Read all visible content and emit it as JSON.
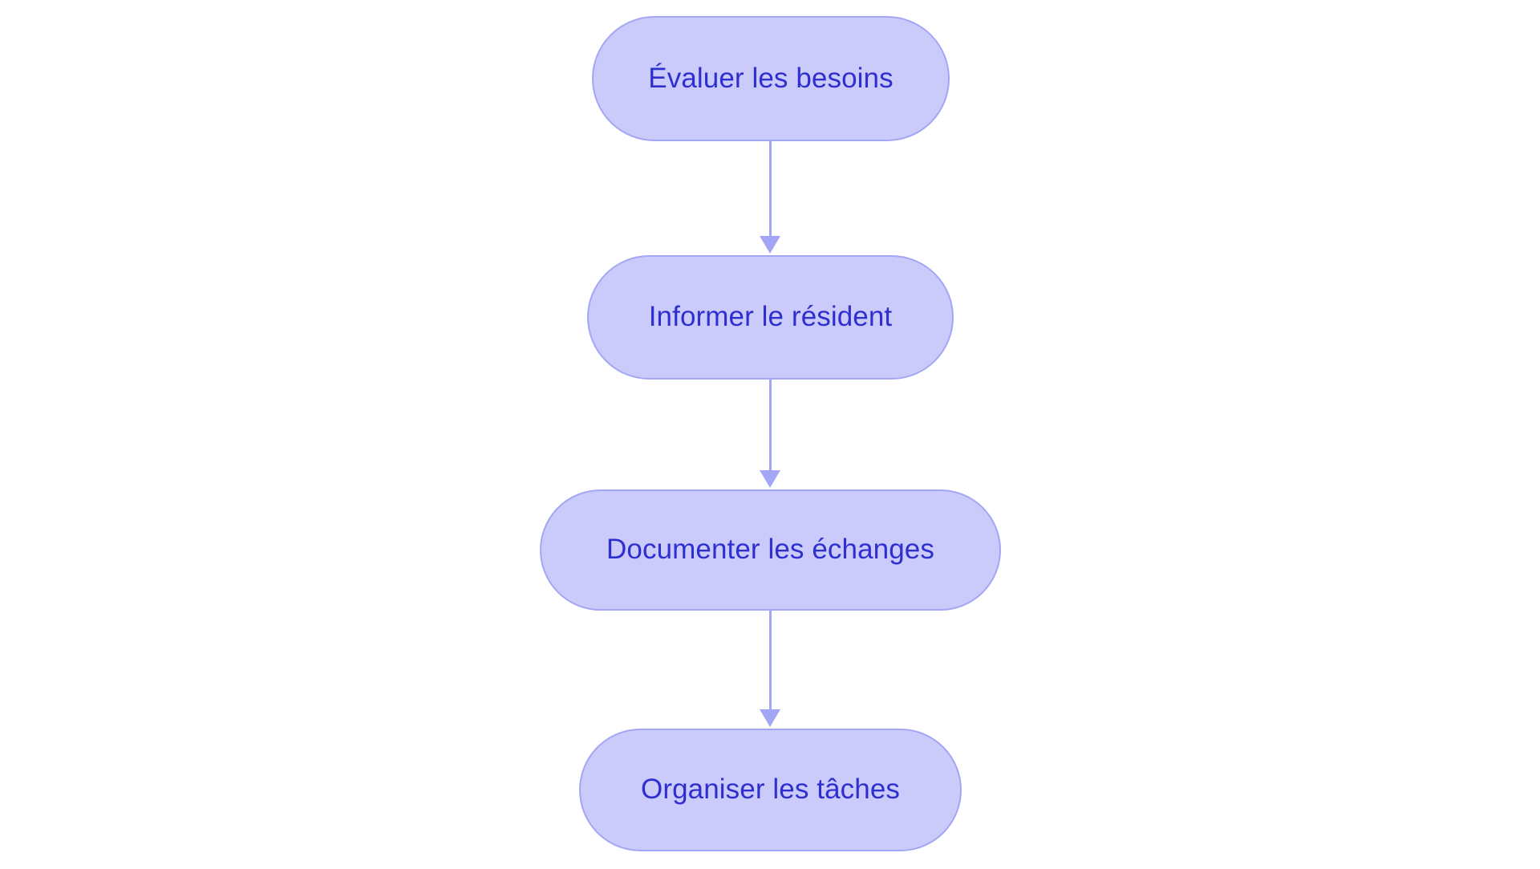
{
  "diagram": {
    "type": "flowchart",
    "orientation": "top-to-bottom",
    "background_color": "#ffffff",
    "node_fill_color": "#cacbfb",
    "node_border_color": "#a3a6f5",
    "node_text_color": "#2f2fd0",
    "edge_color": "#a3a6f5",
    "nodes": [
      {
        "id": "n1",
        "label": "Évaluer les besoins"
      },
      {
        "id": "n2",
        "label": "Informer le résident"
      },
      {
        "id": "n3",
        "label": "Documenter les échanges"
      },
      {
        "id": "n4",
        "label": "Organiser les tâches"
      }
    ],
    "edges": [
      {
        "id": "e1",
        "from": "n1",
        "to": "n2",
        "label": "",
        "arrow": "arrow-down-icon"
      },
      {
        "id": "e2",
        "from": "n2",
        "to": "n3",
        "label": "",
        "arrow": "arrow-down-icon"
      },
      {
        "id": "e3",
        "from": "n3",
        "to": "n4",
        "label": "",
        "arrow": "arrow-down-icon"
      }
    ]
  }
}
